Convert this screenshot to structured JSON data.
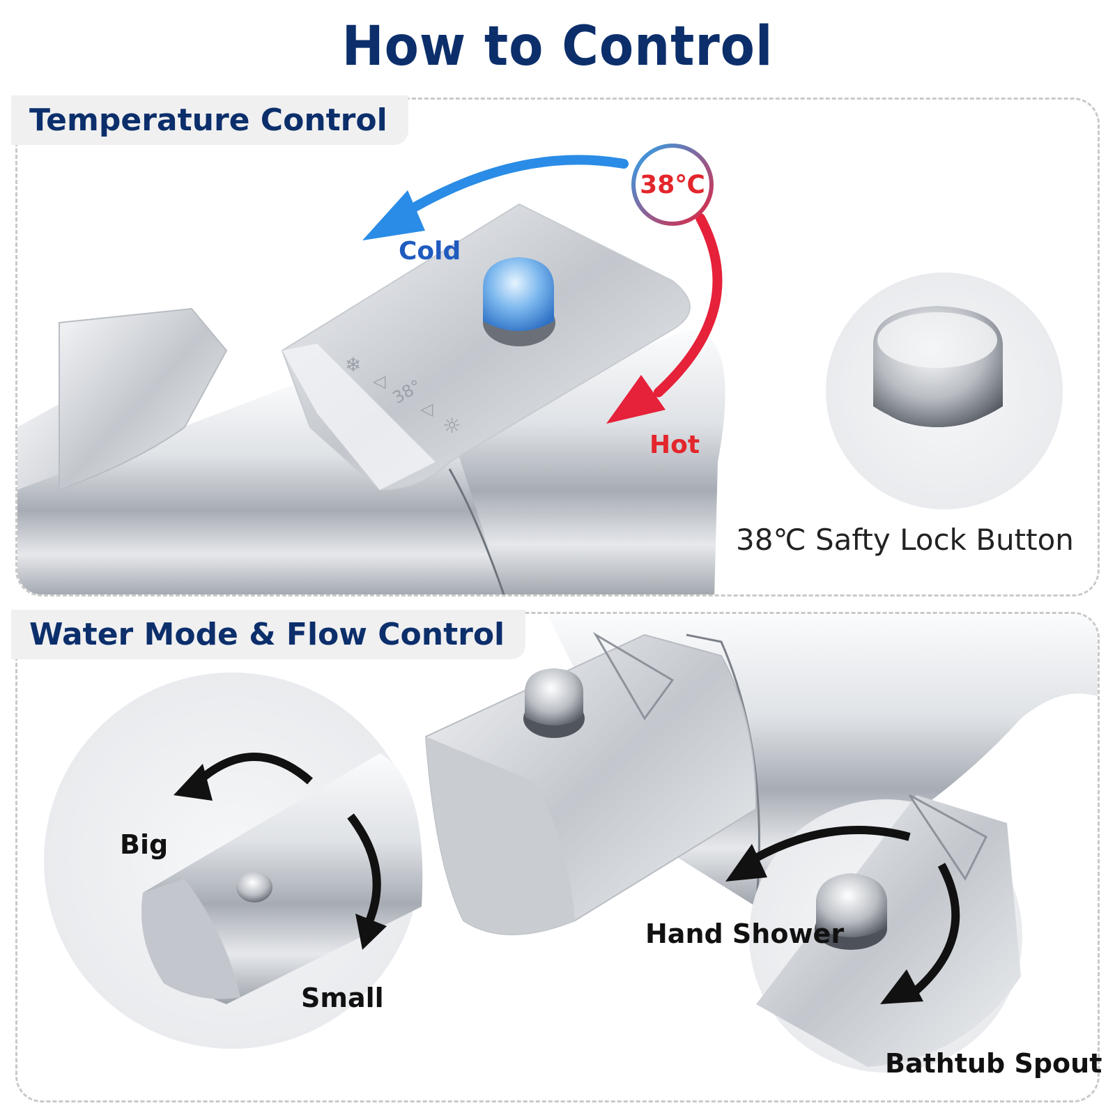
{
  "page": {
    "title": "How to Control"
  },
  "temperature_panel": {
    "heading": "Temperature Control",
    "badge": "38℃",
    "cold_label": "Cold",
    "hot_label": "Hot",
    "lock_label": "38℃ Safty Lock Button",
    "dial_marking": "38°"
  },
  "flow_panel": {
    "heading": "Water Mode & Flow Control",
    "big_label": "Big",
    "small_label": "Small",
    "hand_shower_label": "Hand Shower",
    "bathtub_spout_label": "Bathtub Spout"
  },
  "colors": {
    "title_navy": "#0c2f6b",
    "cold_blue": "#1f5bbf",
    "hot_red": "#e3262b",
    "chrome_light": "#eef0f3",
    "chrome_dark": "#8a8f98"
  }
}
